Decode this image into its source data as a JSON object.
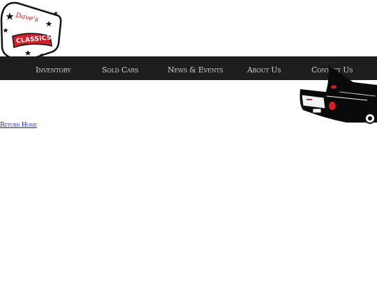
{
  "logo": {
    "script_text": "Dave's",
    "badge_text": "CLASSICS"
  },
  "nav": {
    "items": [
      {
        "label": "Inventory"
      },
      {
        "label": "Sold Cars"
      },
      {
        "label": "News & Events"
      },
      {
        "label": "About Us"
      },
      {
        "label": "Contact Us"
      }
    ]
  },
  "content": {
    "return_link": "Return Home"
  },
  "colors": {
    "nav_background": "#1e1e1e",
    "nav_text": "#cfcfcf",
    "link": "#1a1aee",
    "logo_red": "#d0202a"
  }
}
